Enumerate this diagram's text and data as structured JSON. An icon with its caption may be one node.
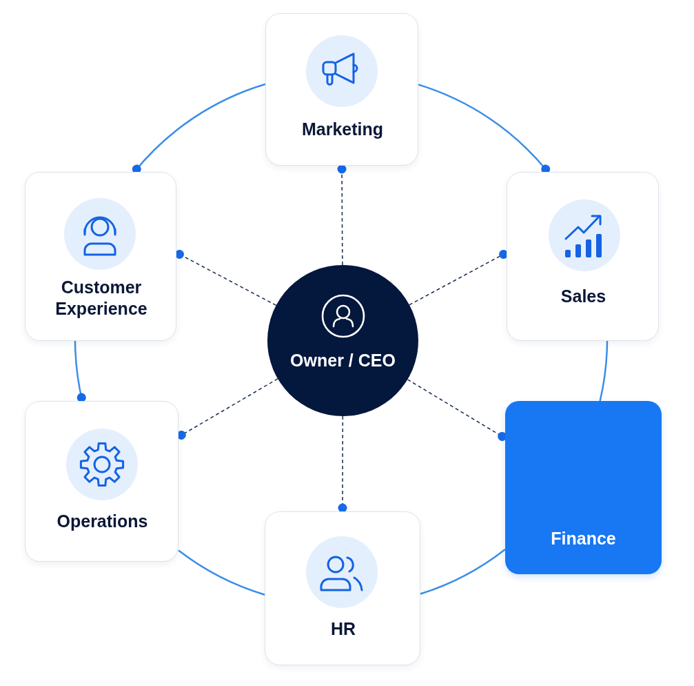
{
  "diagram": {
    "nodes": [
      {
        "text": [
          "Marketing"
        ]
      },
      {
        "text": [
          "Customer Experience"
        ]
      },
      {
        "text": [
          "Sales"
        ]
      },
      {
        "text": [
          "Owner / CEO"
        ]
      },
      {
        "text": [
          "Operations"
        ]
      },
      {
        "text": [
          "Finance"
        ]
      },
      {
        "text": [
          "HR"
        ]
      }
    ],
    "edges": [
      {
        "from": 3,
        "to": 0,
        "arrow": "other",
        "style": "dashed",
        "color": "#22365a"
      },
      {
        "from": 3,
        "to": 1,
        "arrow": "other",
        "style": "dashed",
        "color": "#22365a"
      },
      {
        "from": 3,
        "to": 2,
        "arrow": "other",
        "style": "dashed",
        "color": "#22365a"
      },
      {
        "from": 3,
        "to": 4,
        "arrow": "other",
        "style": "dashed",
        "color": "#22365a"
      },
      {
        "from": 3,
        "to": 5,
        "arrow": "other",
        "style": "dashed",
        "color": "#22365a"
      },
      {
        "from": 3,
        "to": 6,
        "arrow": "other",
        "style": "dashed",
        "color": "#22365a"
      },
      {
        "from": 0,
        "to": 1,
        "arrow": "other",
        "color": "#3a8ee8"
      },
      {
        "from": 0,
        "to": 2,
        "arrow": "other",
        "color": "#3a8ee8"
      },
      {
        "from": 1,
        "to": 4,
        "arrow": "other",
        "color": "#3a8ee8"
      },
      {
        "from": 4,
        "to": 6,
        "arrow": "none",
        "color": "#3a8ee8"
      },
      {
        "from": 6,
        "to": 5,
        "arrow": "none",
        "color": "#3a8ee8"
      },
      {
        "from": 2,
        "to": 5,
        "arrow": "none",
        "color": "#3a8ee8"
      }
    ]
  }
}
